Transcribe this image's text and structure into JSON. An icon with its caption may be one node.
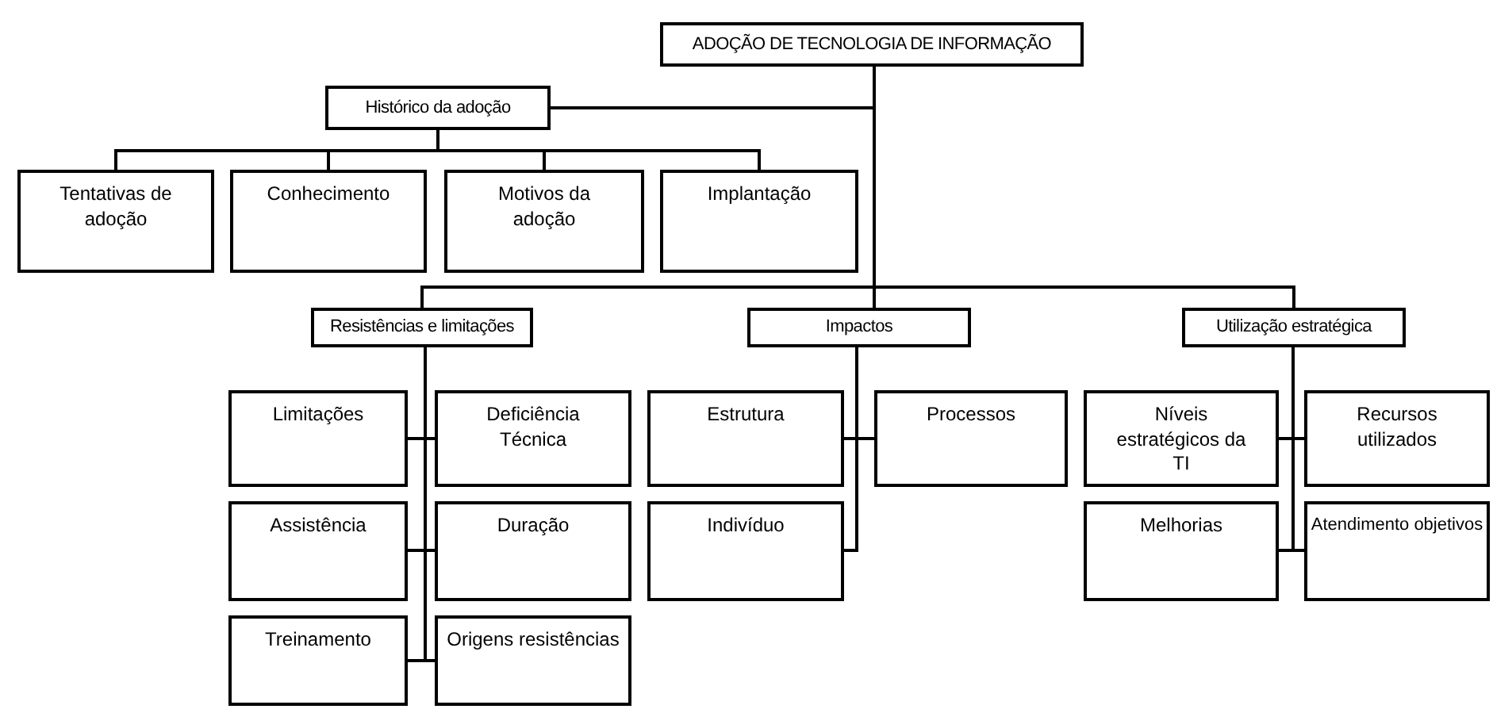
{
  "diagram": {
    "nodes": [
      {
        "text": [
          "ADOÇÃO DE TECNOLOGIA DE INFORMAÇÃO"
        ]
      },
      {
        "text": [
          "Histórico da adoção"
        ]
      },
      {
        "text": [
          "Tentativas de adoção"
        ]
      },
      {
        "text": [
          "Conhecimento"
        ]
      },
      {
        "text": [
          "Motivos da adoção"
        ]
      },
      {
        "text": [
          "Implantação"
        ]
      },
      {
        "text": [
          "Resistências e limitações"
        ]
      },
      {
        "text": [
          "Impactos"
        ]
      },
      {
        "text": [
          "Utilização estratégica"
        ]
      },
      {
        "text": [
          "Limitações"
        ]
      },
      {
        "text": [
          "Deficiência Técnica"
        ]
      },
      {
        "text": [
          "Assistência"
        ]
      },
      {
        "text": [
          "Duração"
        ]
      },
      {
        "text": [
          "Treinamento"
        ]
      },
      {
        "text": [
          "Origens resistências"
        ]
      },
      {
        "text": [
          "Estrutura"
        ]
      },
      {
        "text": [
          "Processos"
        ]
      },
      {
        "text": [
          "Indivíduo"
        ]
      },
      {
        "text": [
          "Níveis estratégicos da TI"
        ]
      },
      {
        "text": [
          "Recursos utilizados"
        ]
      },
      {
        "text": [
          "Melhorias"
        ]
      },
      {
        "text": [
          "Atendimento objetivos"
        ]
      }
    ],
    "edges": [
      {
        "from": 0,
        "to": 1,
        "arrow": "none"
      },
      {
        "from": 1,
        "to": 2,
        "arrow": "none"
      },
      {
        "from": 1,
        "to": 3,
        "arrow": "none"
      },
      {
        "from": 1,
        "to": 4,
        "arrow": "none"
      },
      {
        "from": 1,
        "to": 5,
        "arrow": "none"
      },
      {
        "from": 0,
        "to": 6,
        "arrow": "none"
      },
      {
        "from": 0,
        "to": 7,
        "arrow": "none"
      },
      {
        "from": 0,
        "to": 8,
        "arrow": "none"
      },
      {
        "from": 6,
        "to": 9,
        "arrow": "none"
      },
      {
        "from": 6,
        "to": 10,
        "arrow": "none"
      },
      {
        "from": 6,
        "to": 11,
        "arrow": "none"
      },
      {
        "from": 6,
        "to": 12,
        "arrow": "none"
      },
      {
        "from": 6,
        "to": 13,
        "arrow": "none"
      },
      {
        "from": 6,
        "to": 14,
        "arrow": "none"
      },
      {
        "from": 7,
        "to": 15,
        "arrow": "none"
      },
      {
        "from": 7,
        "to": 16,
        "arrow": "none"
      },
      {
        "from": 7,
        "to": 17,
        "arrow": "none"
      },
      {
        "from": 8,
        "to": 18,
        "arrow": "none"
      },
      {
        "from": 8,
        "to": 19,
        "arrow": "none"
      },
      {
        "from": 8,
        "to": 20,
        "arrow": "none"
      },
      {
        "from": 8,
        "to": 21,
        "arrow": "none"
      }
    ]
  }
}
